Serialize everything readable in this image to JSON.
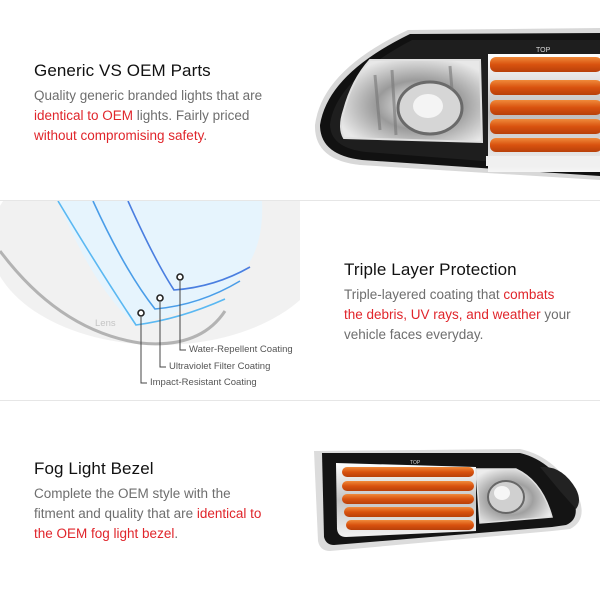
{
  "sections": [
    {
      "title": "Generic VS OEM Parts",
      "description_parts": [
        {
          "text": "Quality generic branded lights that are ",
          "highlight": false
        },
        {
          "text": "identical to OEM",
          "highlight": true
        },
        {
          "text": " lights. Fairly priced ",
          "highlight": false
        },
        {
          "text": "without compromising safety",
          "highlight": true
        },
        {
          "text": ".",
          "highlight": false
        }
      ],
      "image": {
        "label": "TOP",
        "description": "front bumper turn signal light with clear fog lens and amber reflector bars"
      }
    },
    {
      "title": "Triple Layer Protection",
      "description_parts": [
        {
          "text": "Triple-layered coating that ",
          "highlight": false
        },
        {
          "text": "combats the debris, UV rays, and weather",
          "highlight": true
        },
        {
          "text": " your vehicle faces everyday.",
          "highlight": false
        }
      ],
      "diagram": {
        "lens_label": "Lens",
        "layers": [
          {
            "label": "Water-Repellent Coating",
            "color": "#4a7ee0"
          },
          {
            "label": "Ultraviolet Filter Coating",
            "color": "#4a9de8"
          },
          {
            "label": "Impact-Resistant Coating",
            "color": "#5ab8f2"
          }
        ]
      }
    },
    {
      "title": "Fog Light Bezel",
      "description_parts": [
        {
          "text": "Complete the OEM style with the fitment and quality that are ",
          "highlight": false
        },
        {
          "text": "identical to the OEM fog light bezel",
          "highlight": true
        },
        {
          "text": ".",
          "highlight": false
        }
      ],
      "image": {
        "label": "TOP",
        "description": "fog light bezel with amber reflector bars and clear fog lens"
      }
    }
  ],
  "colors": {
    "accent_red": "#e0252b",
    "title": "#111111",
    "body": "#6e6e6e",
    "amber": "#e0641a"
  }
}
